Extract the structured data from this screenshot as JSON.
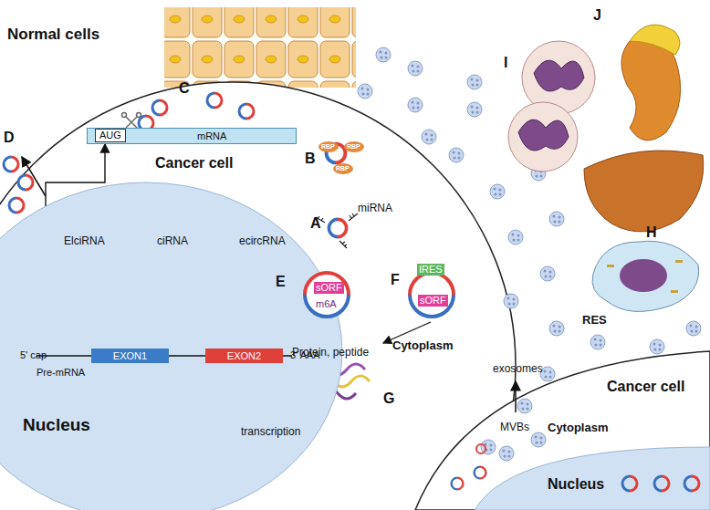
{
  "diagram": {
    "nodes": [
      {
        "text": [
          "Cancer cell",
          "Cytoplasm"
        ]
      },
      {
        "text": [
          "Nucleus"
        ],
        "in": 0
      },
      {
        "text": [
          "EXON1"
        ],
        "in": 1
      },
      {
        "text": [
          "EXON2"
        ],
        "in": 1
      },
      {
        "text": [
          "AUG",
          "mRNA"
        ],
        "in": 0
      },
      {
        "text": [
          "Cancer cell",
          "Cytoplasm"
        ]
      },
      {
        "text": [
          "Nucleus"
        ],
        "in": 5
      },
      {
        "text": [
          "sORF",
          "m6A"
        ],
        "in": 0
      },
      {
        "text": [
          "IRES",
          "sORF"
        ],
        "in": 0
      }
    ],
    "edges": [
      {
        "from": 2,
        "to": 4,
        "arrow": "to"
      }
    ],
    "labels": [
      "Normal cells",
      "C",
      "D",
      "B",
      "A",
      "miRNA",
      "ElciRNA",
      "ciRNA",
      "ecircRNA",
      "5' cap",
      "Pre-mRNA",
      "3' AAA",
      "transcription",
      "E",
      "F",
      "G",
      "Protein, peptide",
      "J",
      "I",
      "H",
      "RES",
      "exosomes",
      "MVBs",
      "RBP",
      "RBP",
      "RBP"
    ]
  }
}
